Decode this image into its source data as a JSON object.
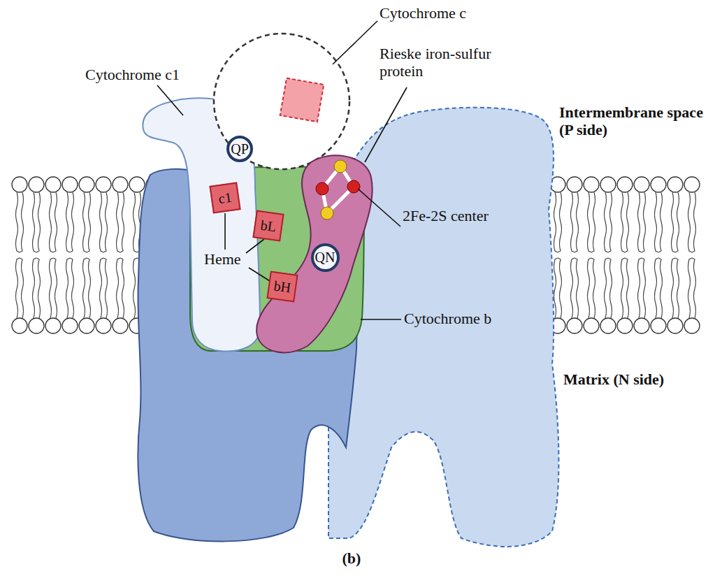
{
  "diagram": {
    "caption": "(b)",
    "nodes": [
      {
        "text": [
          "QP"
        ]
      },
      {
        "text": [
          "c1"
        ]
      },
      {
        "text": [
          "bL"
        ]
      },
      {
        "text": [
          "QN"
        ]
      },
      {
        "text": [
          "bH"
        ]
      }
    ],
    "edges": [],
    "labels": [
      "Cytochrome c",
      "Cytochrome c1",
      "Rieske iron-sulfur protein",
      "Intermembrane space (P side)",
      "2Fe-2S center",
      "Heme",
      "Cytochrome b",
      "Matrix (N side)"
    ]
  }
}
